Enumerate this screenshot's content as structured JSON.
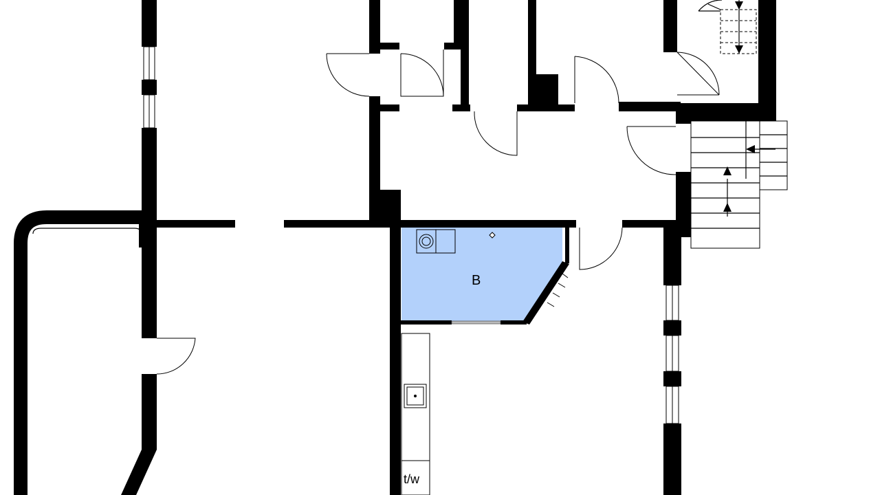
{
  "plan": {
    "highlight_color": "#b3d1fb",
    "wall_color": "#000000",
    "rooms": [
      {
        "id": "bathroom",
        "label": "B",
        "highlighted": true
      }
    ],
    "fixtures": [
      {
        "id": "washing-machine",
        "label": "t/w"
      }
    ],
    "icons": [
      "toilet-icon",
      "sink-icon",
      "floor-drain-icon",
      "stairs-icon",
      "door-swing-icon",
      "window-icon"
    ]
  }
}
